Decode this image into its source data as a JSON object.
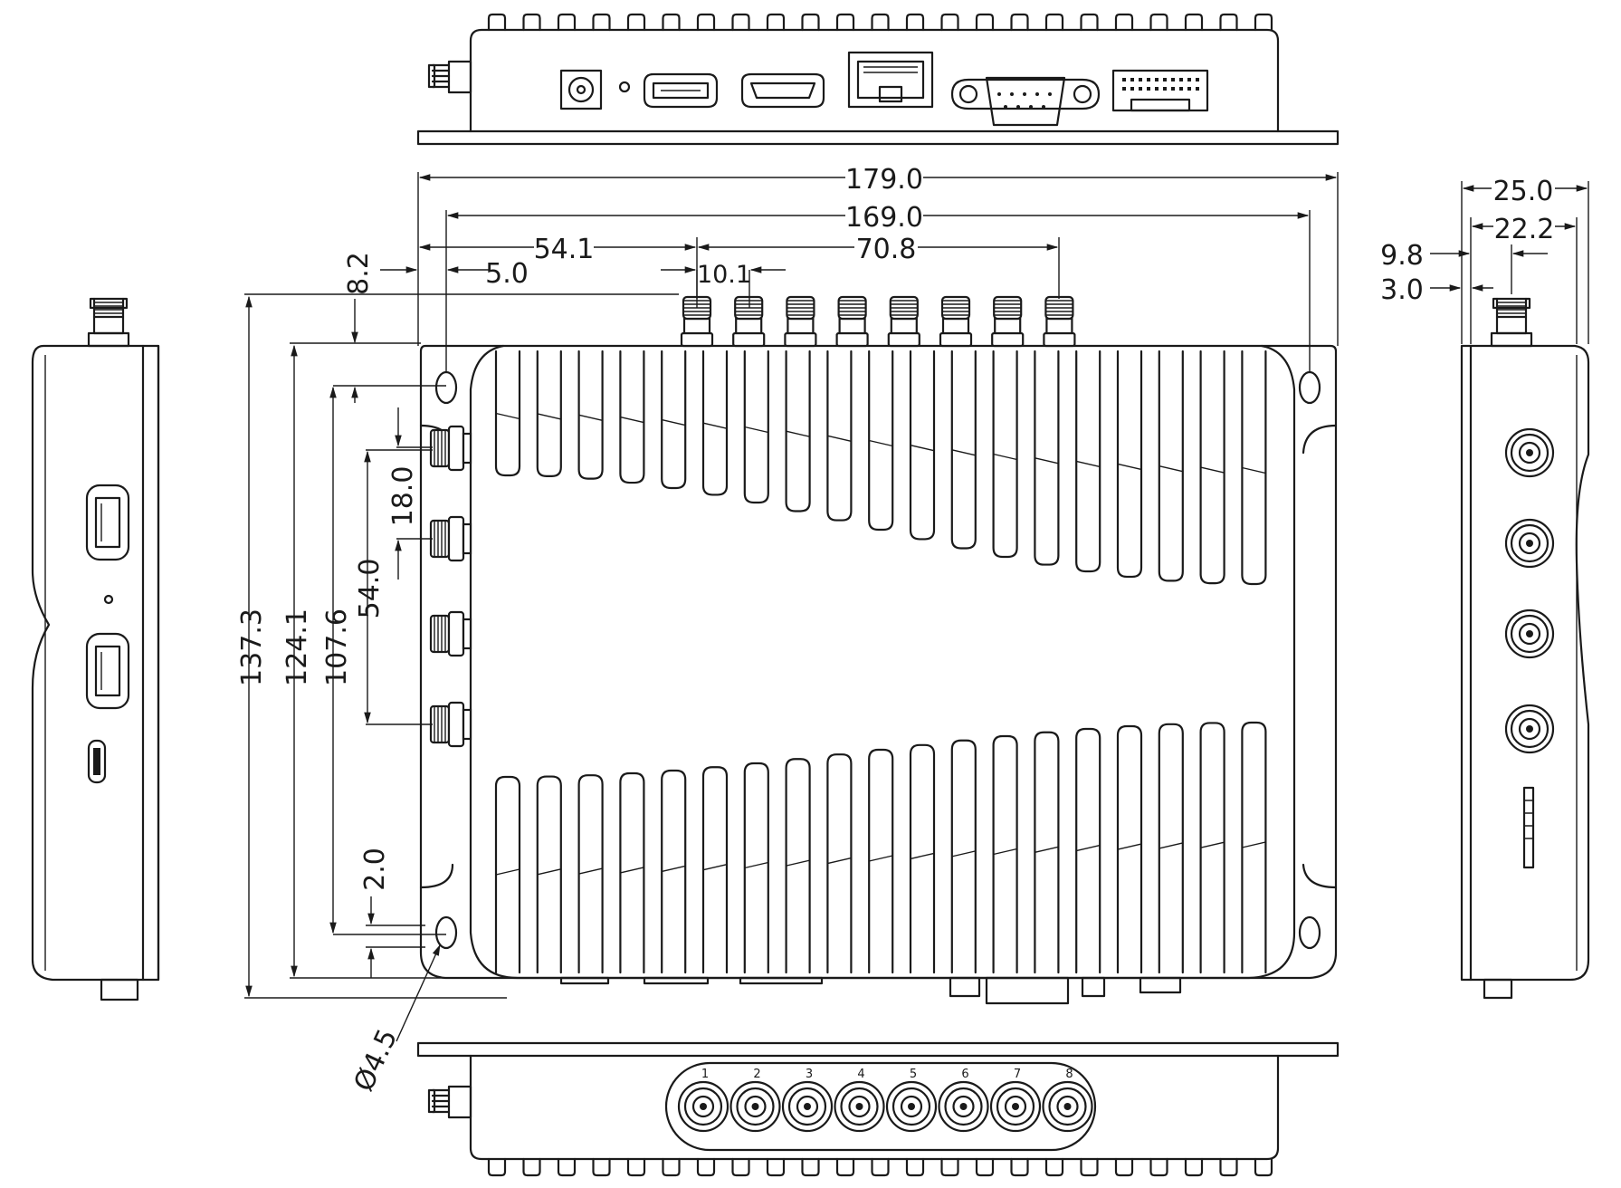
{
  "dimensions": {
    "overall_width": "179.0",
    "hole_pitch_width": "169.0",
    "antenna_offset": "54.1",
    "antenna_span": "70.8",
    "antenna_pitch": "10.1",
    "hole_top_offset": "8.2",
    "hole_edge_offset": "5.0",
    "overall_height": "137.3",
    "body_height": "124.1",
    "hole_pitch_height": "107.6",
    "side_connector_pitch": "18.0",
    "side_connector_span": "54.0",
    "bottom_offset": "2.0",
    "hole_diameter": "Ø4.5",
    "side_depth": "25.0",
    "side_body_depth": "22.2",
    "side_antenna_offset": "9.8",
    "side_flange": "3.0"
  },
  "port_numbers": [
    "1",
    "2",
    "3",
    "4",
    "5",
    "6",
    "7",
    "8"
  ]
}
